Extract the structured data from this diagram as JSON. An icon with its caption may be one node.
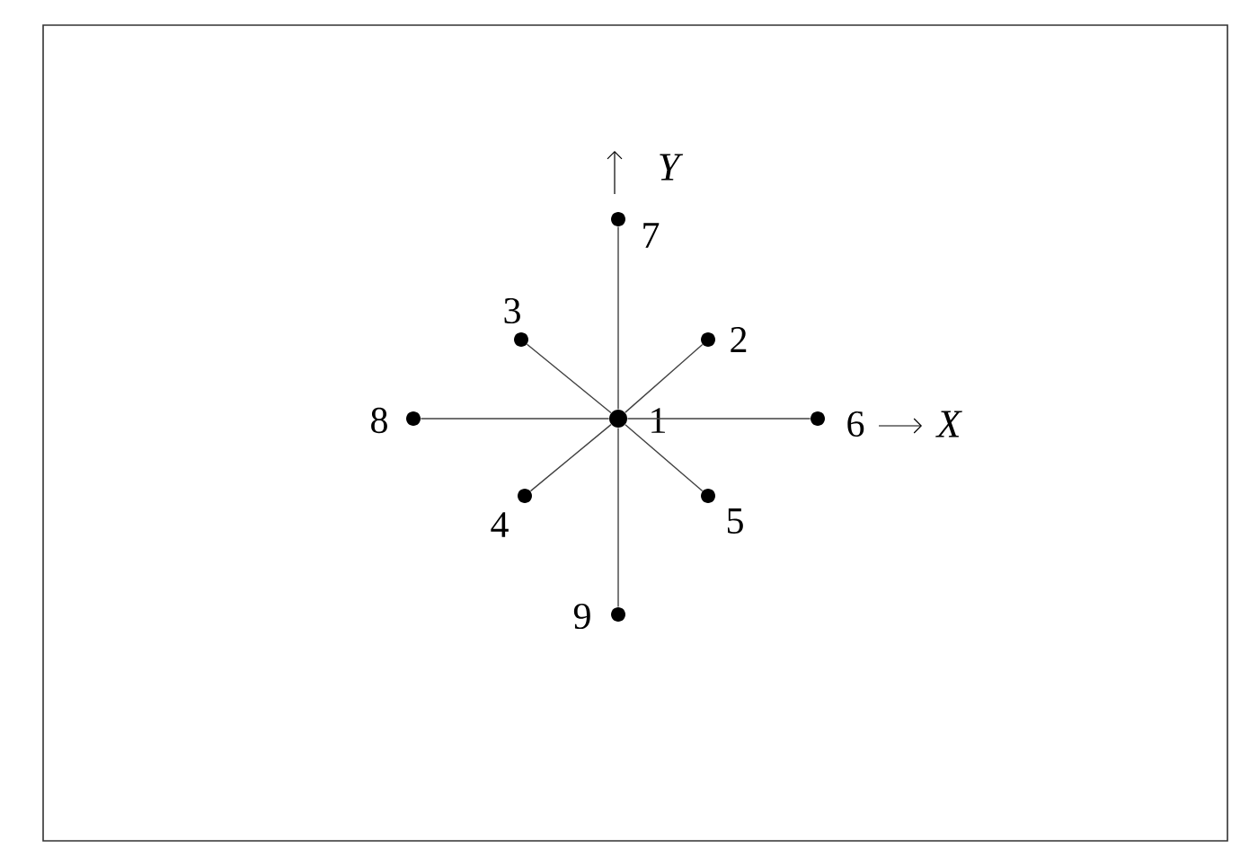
{
  "diagram": {
    "nodes": [
      {
        "text": [
          "1"
        ]
      },
      {
        "text": [
          "2"
        ]
      },
      {
        "text": [
          "3"
        ]
      },
      {
        "text": [
          "4"
        ]
      },
      {
        "text": [
          "5"
        ]
      },
      {
        "text": [
          "6"
        ]
      },
      {
        "text": [
          "7"
        ]
      },
      {
        "text": [
          "8"
        ]
      },
      {
        "text": [
          "9"
        ]
      }
    ],
    "edges": [
      {
        "from": 0,
        "to": 1,
        "arrow": "none"
      },
      {
        "from": 0,
        "to": 2,
        "arrow": "none"
      },
      {
        "from": 0,
        "to": 3,
        "arrow": "none"
      },
      {
        "from": 0,
        "to": 4,
        "arrow": "none"
      },
      {
        "from": 0,
        "to": 5,
        "arrow": "none"
      },
      {
        "from": 0,
        "to": 6,
        "arrow": "none"
      },
      {
        "from": 0,
        "to": 7,
        "arrow": "none"
      },
      {
        "from": 0,
        "to": 8,
        "arrow": "none"
      }
    ],
    "labels": [
      "Y",
      "X"
    ]
  }
}
